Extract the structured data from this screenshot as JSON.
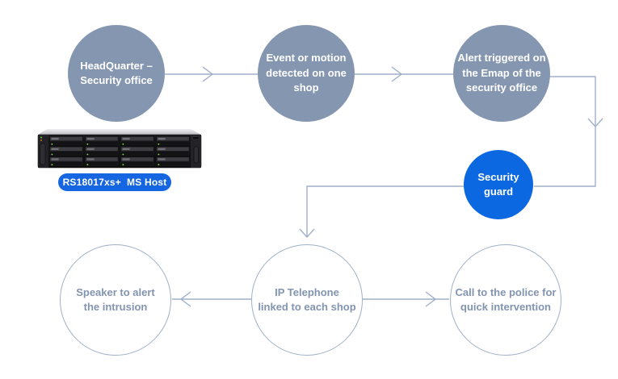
{
  "colors": {
    "node_fill": "#8596B1",
    "node_text": "#FFFFFF",
    "accent_blue": "#0B68E1",
    "outline_node_border": "#9FB0C9",
    "outline_node_text": "#8294B0",
    "connector_line": "#9FB0C9",
    "device_label_bg": "#1566E0",
    "led_green": "#86E63C"
  },
  "diagram": {
    "nodes": [
      {
        "id": "headquarter",
        "label": "HeadQuarter –\nSecurity office",
        "style": "filled"
      },
      {
        "id": "event",
        "label": "Event or motion\ndetected on one\nshop",
        "style": "filled"
      },
      {
        "id": "alert",
        "label": "Alert triggered on\nthe Emap of the\nsecurity office",
        "style": "filled"
      },
      {
        "id": "guard",
        "label": "Security\nguard",
        "style": "accent"
      },
      {
        "id": "speaker",
        "label": "Speaker to alert\nthe intrusion",
        "style": "outline"
      },
      {
        "id": "telephone",
        "label": "IP Telephone\nlinked to each shop",
        "style": "outline"
      },
      {
        "id": "police",
        "label": "Call to the police for\nquick intervention",
        "style": "outline"
      }
    ],
    "edges": [
      {
        "from": "headquarter",
        "to": "event"
      },
      {
        "from": "event",
        "to": "alert"
      },
      {
        "from": "alert",
        "to": "guard"
      },
      {
        "from": "guard",
        "to": "telephone"
      },
      {
        "from": "telephone",
        "to": "speaker"
      },
      {
        "from": "telephone",
        "to": "police"
      }
    ]
  },
  "device": {
    "name": "Synology rack-mount NAS, 12 drive bays",
    "label": "RS18017xs+  MS Host"
  }
}
